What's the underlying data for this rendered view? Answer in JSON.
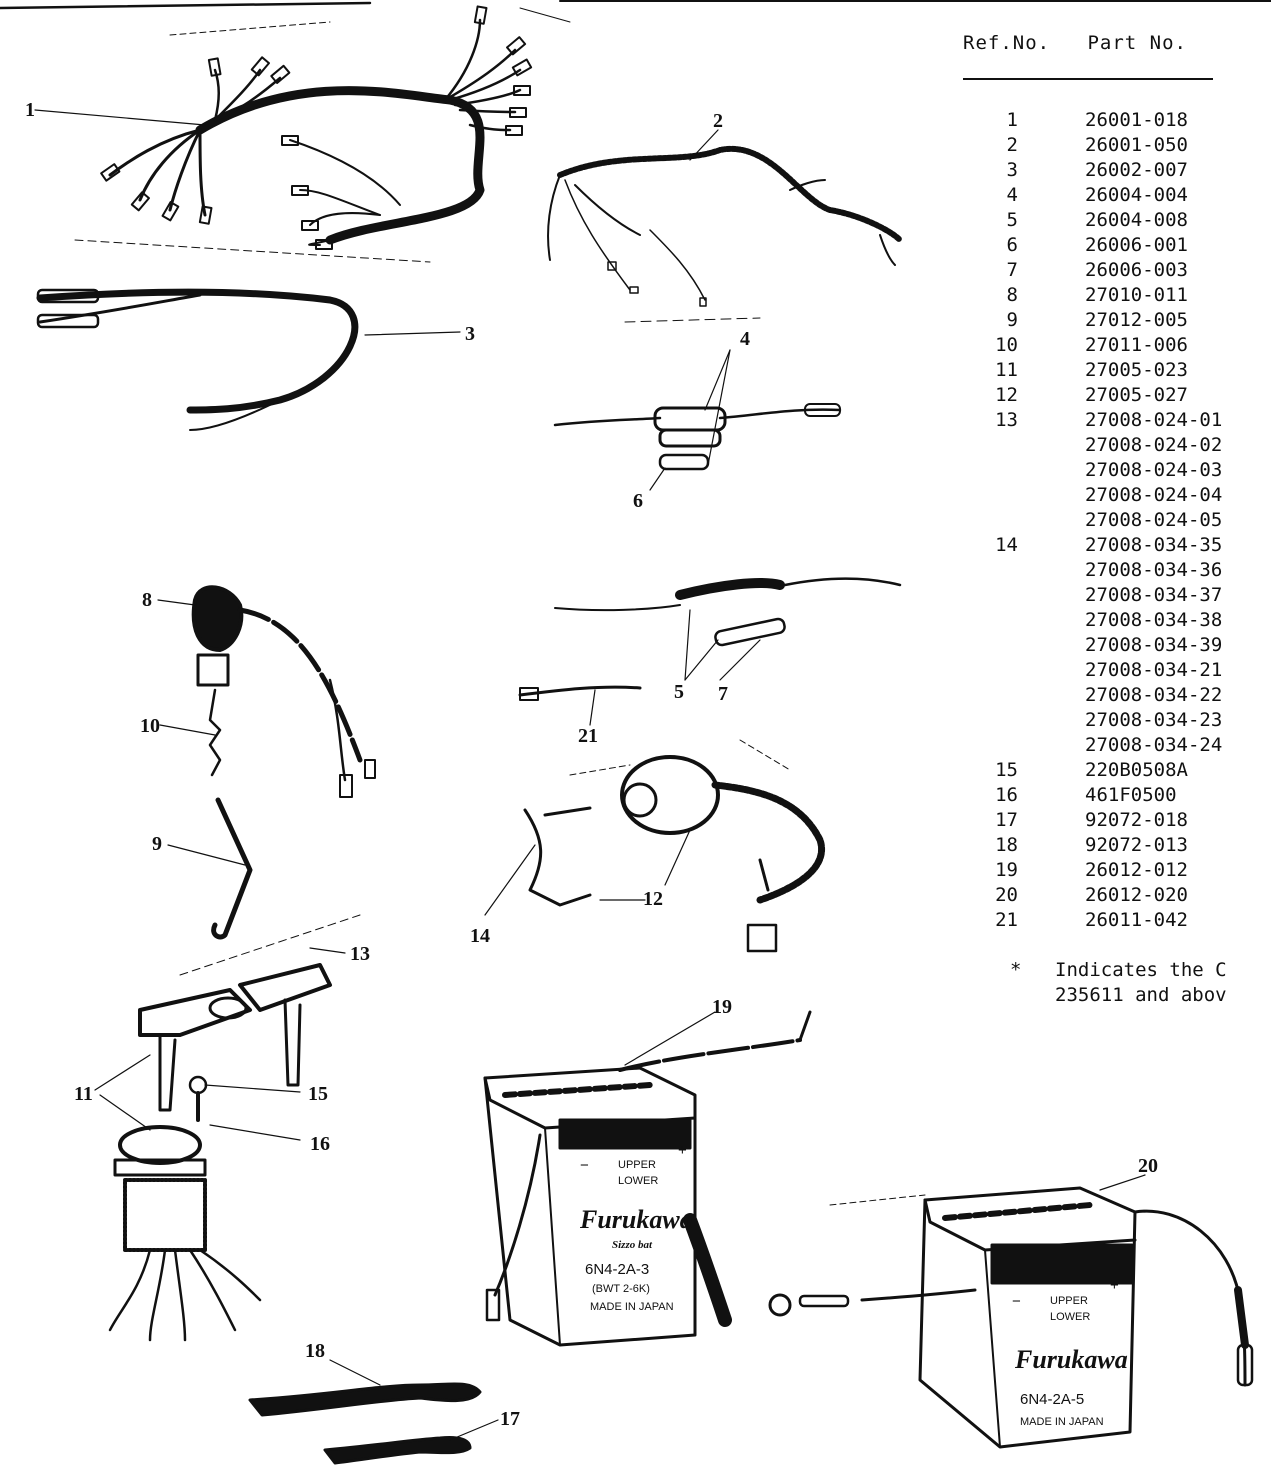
{
  "table": {
    "header_ref": "Ref.No.",
    "header_part": "Part No.",
    "rows": [
      {
        "ref": "1",
        "part": "26001-018"
      },
      {
        "ref": "2",
        "part": "26001-050"
      },
      {
        "ref": "3",
        "part": "26002-007"
      },
      {
        "ref": "4",
        "part": "26004-004"
      },
      {
        "ref": "5",
        "part": "26004-008"
      },
      {
        "ref": "6",
        "part": "26006-001"
      },
      {
        "ref": "7",
        "part": "26006-003"
      },
      {
        "ref": "8",
        "part": "27010-011"
      },
      {
        "ref": "9",
        "part": "27012-005"
      },
      {
        "ref": "10",
        "part": "27011-006"
      },
      {
        "ref": "11",
        "part": "27005-023"
      },
      {
        "ref": "12",
        "part": "27005-027"
      },
      {
        "ref": "13",
        "part": "27008-024-01"
      },
      {
        "ref": "",
        "part": "27008-024-02"
      },
      {
        "ref": "",
        "part": "27008-024-03"
      },
      {
        "ref": "",
        "part": "27008-024-04"
      },
      {
        "ref": "",
        "part": "27008-024-05"
      },
      {
        "ref": "14",
        "part": "27008-034-35"
      },
      {
        "ref": "",
        "part": "27008-034-36"
      },
      {
        "ref": "",
        "part": "27008-034-37"
      },
      {
        "ref": "",
        "part": "27008-034-38"
      },
      {
        "ref": "",
        "part": "27008-034-39"
      },
      {
        "ref": "",
        "part": "27008-034-21"
      },
      {
        "ref": "",
        "part": "27008-034-22"
      },
      {
        "ref": "",
        "part": "27008-034-23"
      },
      {
        "ref": "",
        "part": "27008-034-24"
      },
      {
        "ref": "15",
        "part": "220B0508A"
      },
      {
        "ref": "16",
        "part": "461F0500"
      },
      {
        "ref": "17",
        "part": "92072-018"
      },
      {
        "ref": "18",
        "part": "92072-013"
      },
      {
        "ref": "19",
        "part": "26012-012"
      },
      {
        "ref": "20",
        "part": "26012-020"
      },
      {
        "ref": "21",
        "part": "26011-042"
      }
    ]
  },
  "note": {
    "star": "*",
    "line1": "Indicates the C",
    "line2": "235611 and abov"
  },
  "callouts": {
    "c1": "1",
    "c2": "2",
    "c3": "3",
    "c4": "4",
    "c5": "5",
    "c6": "6",
    "c7": "7",
    "c8": "8",
    "c9": "9",
    "c10": "10",
    "c11": "11",
    "c12": "12",
    "c13": "13",
    "c14": "14",
    "c15": "15",
    "c16": "16",
    "c17": "17",
    "c18": "18",
    "c19": "19",
    "c20": "20",
    "c21": "21"
  },
  "battery_large": {
    "brand": "Furukawa",
    "sub": "Sizzo bat",
    "model": "6N4-2A-3",
    "spec": "(BWT 2-6K)",
    "origin": "MADE IN JAPAN",
    "upper": "UPPER",
    "lower": "LOWER",
    "minus": "−",
    "plus": "+"
  },
  "battery_small": {
    "brand": "Furukawa",
    "model": "6N4-2A-5",
    "origin": "MADE IN JAPAN",
    "upper": "UPPER",
    "lower": "LOWER",
    "minus": "−",
    "plus": "+"
  }
}
